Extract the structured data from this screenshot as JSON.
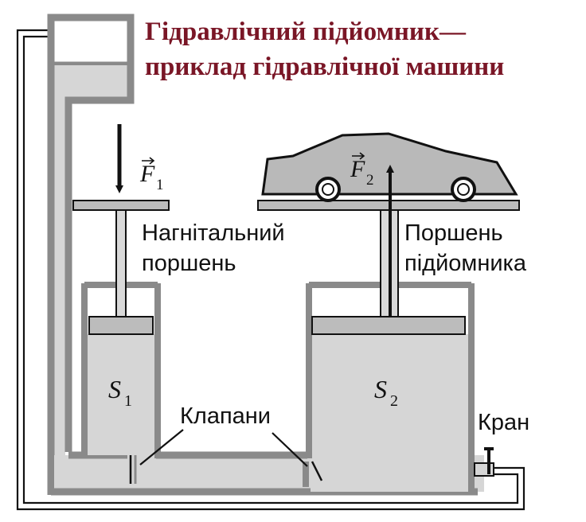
{
  "title": {
    "line1": "Гідравлічний підйомник—",
    "line2": "приклад гідравлічної машини"
  },
  "labels": {
    "pump_piston_line1": "Нагнітальний",
    "pump_piston_line2": "поршень",
    "lift_piston_line1": "Поршень",
    "lift_piston_line2": "підйомника",
    "valves": "Клапани",
    "tap": "Кран"
  },
  "math": {
    "force1": "F",
    "force1_sub": "1",
    "force2": "F",
    "force2_sub": "2",
    "area1": "S",
    "area1_sub": "1",
    "area2": "S",
    "area2_sub": "2"
  },
  "colors": {
    "title": "#7a1626",
    "liquid": "#d6d6d6",
    "wall": "#8a8a8a",
    "metal": "#bcbcbc",
    "outline": "#111111",
    "car": "#b9b9b9"
  }
}
